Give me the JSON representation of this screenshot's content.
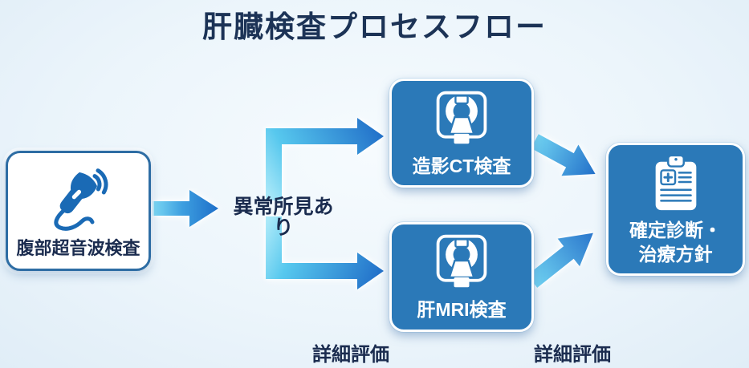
{
  "title": "肝臓検査プロセスフロー",
  "nodes": {
    "ultrasound": {
      "label": "腹部超音波検査",
      "icon": "ultrasound-probe-icon"
    },
    "ct": {
      "label": "造影CT検査",
      "icon": "ct-scanner-icon"
    },
    "mri": {
      "label": "肝MRI検査",
      "icon": "mri-scanner-icon"
    },
    "diagnosis": {
      "label": "確定診断・\n治療方針",
      "icon": "clipboard-medical-icon"
    }
  },
  "labels": {
    "abnormal_findings": "異常所見あり",
    "detailed_evaluation_left": "詳細評価",
    "detailed_evaluation_right": "詳細評価"
  },
  "colors": {
    "background": "#ecf5fb",
    "title_text": "#1c3356",
    "box_blue_fill": "#2b79b8",
    "box_white_border": "#ffffff",
    "ultrasound_box_fill": "#ffffff",
    "ultrasound_box_border": "#2e6da4",
    "icon_blue": "#1a6ab5",
    "arrow_gradient_cyan": "#8fe2f8",
    "arrow_gradient_mid": "#49b0e8",
    "arrow_gradient_blue": "#1e6fc9",
    "dark_label_text": "#1b2c4f"
  }
}
